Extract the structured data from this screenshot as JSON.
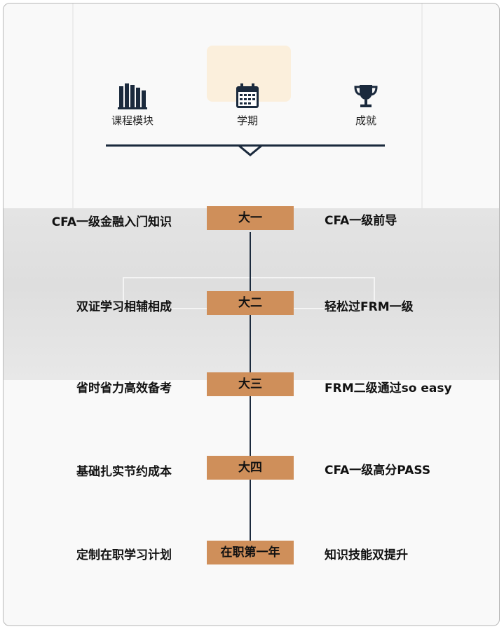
{
  "header": {
    "items": [
      {
        "label": "课程模块",
        "icon": "books-icon"
      },
      {
        "label": "学期",
        "icon": "calendar-icon"
      },
      {
        "label": "成就",
        "icon": "trophy-icon"
      }
    ]
  },
  "timeline": [
    {
      "term": "大一",
      "left": "CFA一级金融入门知识",
      "right": "CFA一级前导"
    },
    {
      "term": "大二",
      "left": "双证学习相辅相成",
      "right": "轻松过FRM一级"
    },
    {
      "term": "大三",
      "left": "省时省力高效备考",
      "right": "FRM二级通过so easy"
    },
    {
      "term": "大四",
      "left": "基础扎实节约成本",
      "right": "CFA一级高分PASS"
    },
    {
      "term": "在职第一年",
      "left": "定制在职学习计划",
      "right": "知识技能双提升"
    }
  ],
  "colors": {
    "accent": "#cf8f5a",
    "line": "#1b2a3d"
  }
}
